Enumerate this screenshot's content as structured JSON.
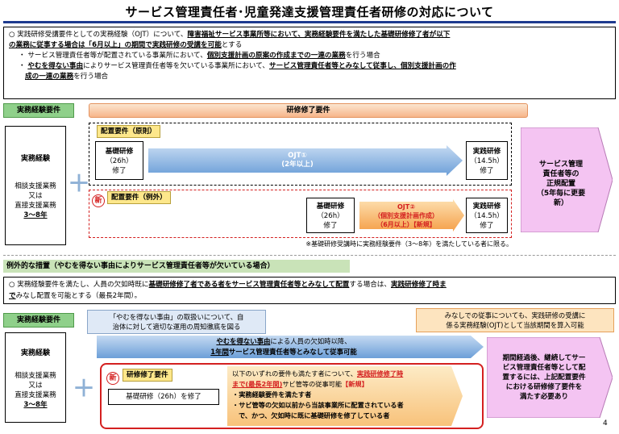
{
  "title": "サービス管理責任者･児童発達支援管理責任者研修の対応について",
  "intro": {
    "l1_a": "○ 実践研修受講要件としての実務経験（OJT）について、",
    "l1_b": "障害福祉サービス事業所等において、実務経験要件を満たした基礎研修修了者が以下",
    "l2_a": "の業務に従事する場合は「6月以上」の期間で実践研修の受講を可能",
    "l2_b": "とする",
    "l3_a": "・ サービス管理責任者等が配置されている事業所において、",
    "l3_b": "個別支援計画の原案の作成までの一連の業務",
    "l3_c": "を行う場合",
    "l4_a": "・ ",
    "l4_b": "やむを得ない事由",
    "l4_c": "によりサービス管理責任者等を欠いている事業所において、",
    "l4_d": "サービス管理責任者等とみなして従事し、個別支援計画の作",
    "l5_a": "成の一連の業務",
    "l5_b": "を行う場合"
  },
  "top": {
    "req_header": "実務経験要件",
    "course_header": "研修修了要件",
    "experience_title": "実務経験",
    "experience_detail_1": "相談支援業務",
    "experience_detail_2": "又は",
    "experience_detail_3": "直接支援業務",
    "experience_years": "3～8年",
    "principle_label": "配置要件（原則）",
    "basic1_l1": "基礎研修",
    "basic1_l2": "（26h）",
    "basic1_l3": "修了",
    "ojt1_l1": "OJT①",
    "ojt1_l2": "(2年以上)",
    "practice1_l1": "実践研修",
    "practice1_l2": "（14.5h）",
    "practice1_l3": "修了",
    "new_mark": "新",
    "exception_label": "配置要件（例外）",
    "basic2_l1": "基礎研修",
    "basic2_l2": "（26h）",
    "basic2_l3": "修了",
    "ojt2_l1": "OJT②",
    "ojt2_l2": "（個別支援計画作成）",
    "ojt2_l3": "（6月以上）【新規】",
    "practice2_l1": "実践研修",
    "practice2_l2": "（14.5h）",
    "practice2_l3": "修了",
    "note": "※基礎研修受講時に実務経験要件（3～8年）を満たしている者に限る。",
    "result_l1": "サービス管理",
    "result_l2": "責任者等の",
    "result_l3": "正規配置",
    "result_l4": "（5年毎に更要",
    "result_l5": "新）"
  },
  "bottom": {
    "section_title": "例外的な措置（やむを得ない事由によりサービス管理責任者等が欠いている場合）",
    "desc_a": "○ 実務経験要件を満たし、人員の欠如時既に",
    "desc_b": "基礎研修修了者である者をサービス管理責任者等とみなして配置",
    "desc_c": "する場合は、",
    "desc_d": "実践研修修了時ま",
    "desc_e": "で",
    "desc_f": "みなし配置を可能とする（最長2年間）。",
    "req_header": "実務経験要件",
    "callout_left_1": "「やむを得ない事由」の取扱いについて、自",
    "callout_left_2": "治体に対して適切な運用の周知徹底を図る",
    "callout_right_1": "みなしでの従事についても、実践研修の受講に",
    "callout_right_2": "係る実務経験(OJT)として当該期間を算入可能",
    "arrow_l1_a": "やむを得ない事由",
    "arrow_l1_b": "による人員の欠如時以降、",
    "arrow_l2_a": "1年間",
    "arrow_l2_b": "サービス管理責任者等とみなして従事可能",
    "experience_title": "実務経験",
    "experience_detail_1": "相談支援業務",
    "experience_detail_2": "又は",
    "experience_detail_3": "直接支援業務",
    "experience_years": "3～8年",
    "new_mark": "新",
    "course_label": "研修修了要件",
    "basic_done": "基礎研修（26h）を修了",
    "cond_l1": "以下のいずれの要件も満たす者について、",
    "cond_l1_red": "実践研修修了時",
    "cond_l2_red": "まで(最長2年間)",
    "cond_l2_b": "サビ管等の従事可能",
    "cond_l2_new": "【新規】",
    "cond_l3": "・実務経験要件を満たす者",
    "cond_l4": "・サビ管等の欠如以前から当該事業所に配置されている者",
    "cond_l5": "で、かつ、欠如時に既に基礎研修を修了している者",
    "result_l1": "期間経過後、継続してサー",
    "result_l2": "ビス管理責任者等として配",
    "result_l3": "置するには、上記配置要件",
    "result_l4": "における研修修了要件を",
    "result_l5": "満たす必要あり",
    "page_number": "4"
  }
}
